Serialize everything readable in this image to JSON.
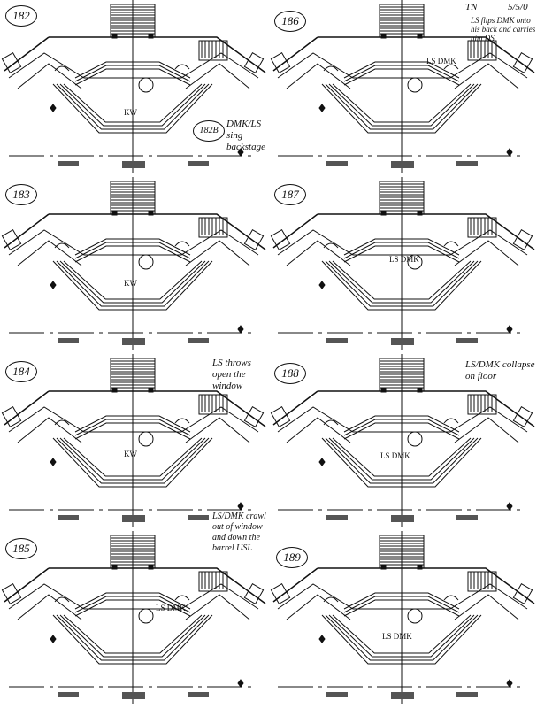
{
  "panels": [
    {
      "label": "182",
      "actors": "KW",
      "extra_label": "182B",
      "note": "DMK/LS sing backstage"
    },
    {
      "label": "186",
      "actors": "LS DMK",
      "note": "LS flips DMK onto his back and carries him DS",
      "initials": "TN",
      "date": "5/5/0"
    },
    {
      "label": "183",
      "actors": "KW"
    },
    {
      "label": "187",
      "actors": "LS DMK"
    },
    {
      "label": "184",
      "actors": "KW",
      "note": "LS throws open the window"
    },
    {
      "label": "188",
      "actors": "LS DMK",
      "note": "LS/DMK collapse on floor"
    },
    {
      "label": "185",
      "actors": "LS DMK",
      "note": "LS/DMK crawl out of window and down the barrel USL"
    },
    {
      "label": "189",
      "actors": "LS DMK"
    }
  ]
}
